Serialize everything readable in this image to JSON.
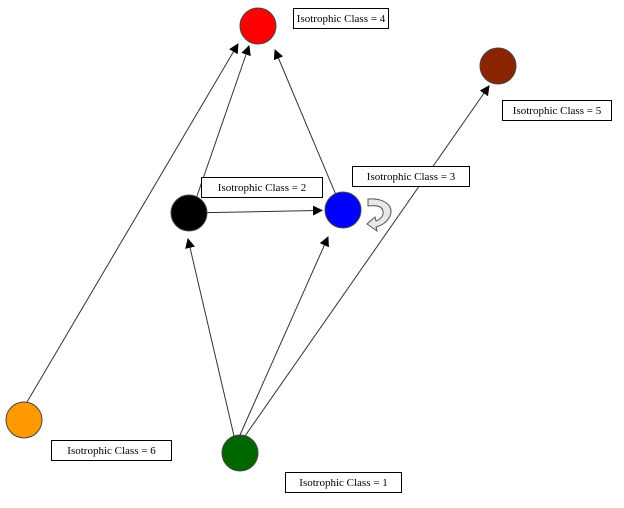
{
  "diagram": {
    "title": "",
    "nodes": [
      {
        "id": "class4",
        "label": "Isotrophic Class = 4",
        "color": "#ff0000"
      },
      {
        "id": "class5",
        "label": "Isotrophic Class = 5",
        "color": "#8b2500"
      },
      {
        "id": "class2",
        "label": "Isotrophic Class  = 2",
        "color": "#000000"
      },
      {
        "id": "class3",
        "label": "Isotrophic Class = 3",
        "color": "#0000ff"
      },
      {
        "id": "class6",
        "label": "Isotrophic Class = 6",
        "color": "#ff9900"
      },
      {
        "id": "class1",
        "label": "Isotrophic Class = 1",
        "color": "#006600"
      }
    ],
    "edges": [
      {
        "from": "class1",
        "to": "class2"
      },
      {
        "from": "class1",
        "to": "class3"
      },
      {
        "from": "class1",
        "to": "class5"
      },
      {
        "from": "class2",
        "to": "class3"
      },
      {
        "from": "class2",
        "to": "class4"
      },
      {
        "from": "class3",
        "to": "class4"
      },
      {
        "from": "class6",
        "to": "class4"
      },
      {
        "from": "class3",
        "to": "class3",
        "type": "self-loop"
      }
    ]
  }
}
